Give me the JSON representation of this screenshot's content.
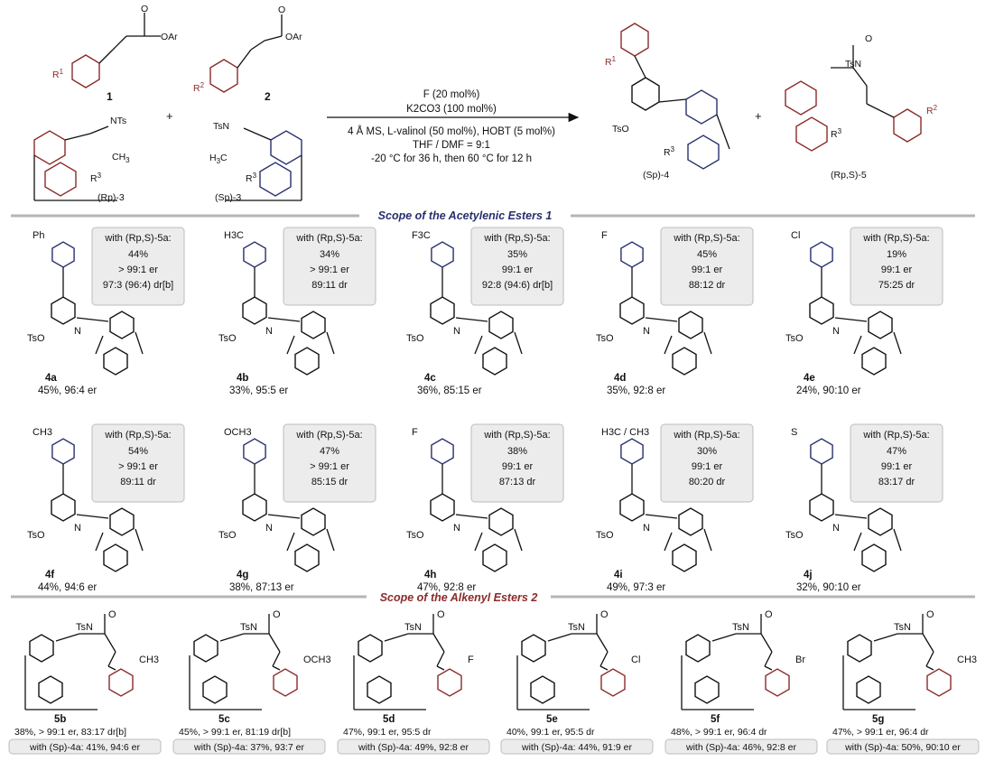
{
  "scheme": {
    "compound_1": "1",
    "compound_2": "2",
    "plus": "+",
    "r1": "R",
    "r1_sup": "1",
    "r2": "R",
    "r2_sup": "2",
    "r3": "R",
    "r3_sup": "3",
    "oar": "OAr",
    "o": "O",
    "nts": "NTs",
    "tsn_left": "TsN",
    "ch3": "CH",
    "ch3_sub": "3",
    "h3c": "H",
    "h3c_tail": "C",
    "reagent_3_rp": "(Rp)-3",
    "reagent_3_sp": "(Sp)-3",
    "product_4": "(Sp)-4",
    "product_5": "(Rp,S)-5",
    "tso": "TsO",
    "tsn": "TsN",
    "cond_1": "F (20 mol%)",
    "cond_2": "K2CO3 (100 mol%)",
    "cond_3": "4 Å MS, L-valinol (50 mol%), HOBT (5 mol%)",
    "cond_4": "THF / DMF = 9:1",
    "cond_5": "-20 °C for 36 h, then 60 °C for 12 h"
  },
  "section_1": "Scope of the Acetylenic Esters 1",
  "section_2": "Scope of the Alkenyl Esters 2",
  "box_title": "with (Rp,S)-5a:",
  "row1": [
    {
      "sub": "Ph",
      "id": "4a",
      "yield": "45%, 96:4 er",
      "box": [
        "44%",
        "> 99:1 er",
        "97:3 (96:4) dr[b]"
      ]
    },
    {
      "sub": "H3C",
      "id": "4b",
      "yield": "33%, 95:5 er",
      "box": [
        "34%",
        "> 99:1 er",
        "89:11 dr"
      ]
    },
    {
      "sub": "F3C",
      "id": "4c",
      "yield": "36%, 85:15 er",
      "box": [
        "35%",
        "99:1 er",
        "92:8 (94:6) dr[b]"
      ]
    },
    {
      "sub": "F",
      "id": "4d",
      "yield": "35%, 92:8 er",
      "box": [
        "45%",
        "99:1 er",
        "88:12 dr"
      ]
    },
    {
      "sub": "Cl",
      "id": "4e",
      "yield": "24%, 90:10 er",
      "box": [
        "19%",
        "99:1 er",
        "75:25 dr"
      ]
    }
  ],
  "row2": [
    {
      "sub": "CH3",
      "id": "4f",
      "yield": "44%, 94:6 er",
      "box": [
        "54%",
        "> 99:1 er",
        "89:11 dr"
      ]
    },
    {
      "sub": "OCH3",
      "id": "4g",
      "yield": "38%, 87:13 er",
      "box": [
        "47%",
        "> 99:1 er",
        "85:15 dr"
      ]
    },
    {
      "sub": "F",
      "id": "4h",
      "yield": "47%, 92:8 er",
      "box": [
        "38%",
        "99:1 er",
        "87:13 dr"
      ]
    },
    {
      "sub": "H3C / CH3",
      "id": "4i",
      "yield": "49%, 97:3 er",
      "box": [
        "30%",
        "99:1 er",
        "80:20 dr"
      ]
    },
    {
      "sub": "S",
      "id": "4j",
      "yield": "32%, 90:10 er",
      "box": [
        "47%",
        "99:1 er",
        "83:17 dr"
      ]
    }
  ],
  "row3": [
    {
      "sub": "CH3",
      "id": "5b",
      "yield": "38%, > 99:1 er, 83:17 dr[b]",
      "with": "with (Sp)-4a: 41%, 94:6 er"
    },
    {
      "sub": "OCH3",
      "id": "5c",
      "yield": "45%, > 99:1 er, 81:19 dr[b]",
      "with": "with (Sp)-4a: 37%, 93:7 er"
    },
    {
      "sub": "F",
      "id": "5d",
      "yield": "47%, 99:1 er, 95:5 dr",
      "with": "with (Sp)-4a: 49%, 92:8 er"
    },
    {
      "sub": "Cl",
      "id": "5e",
      "yield": "40%, 99:1 er, 95:5 dr",
      "with": "with (Sp)-4a: 44%, 91:9 er"
    },
    {
      "sub": "Br",
      "id": "5f",
      "yield": "48%, > 99:1 er, 96:4 dr",
      "with": "with (Sp)-4a: 46%, 92:8 er"
    },
    {
      "sub": "CH3",
      "id": "5g",
      "yield": "47%, > 99:1 er, 96:4 dr",
      "with": "with (Sp)-4a: 50%, 90:10 er"
    }
  ],
  "colors": {
    "red": "#8b2a2a",
    "blue": "#27306e",
    "box_fill": "#ececec",
    "separator": "#b5b5b5"
  }
}
